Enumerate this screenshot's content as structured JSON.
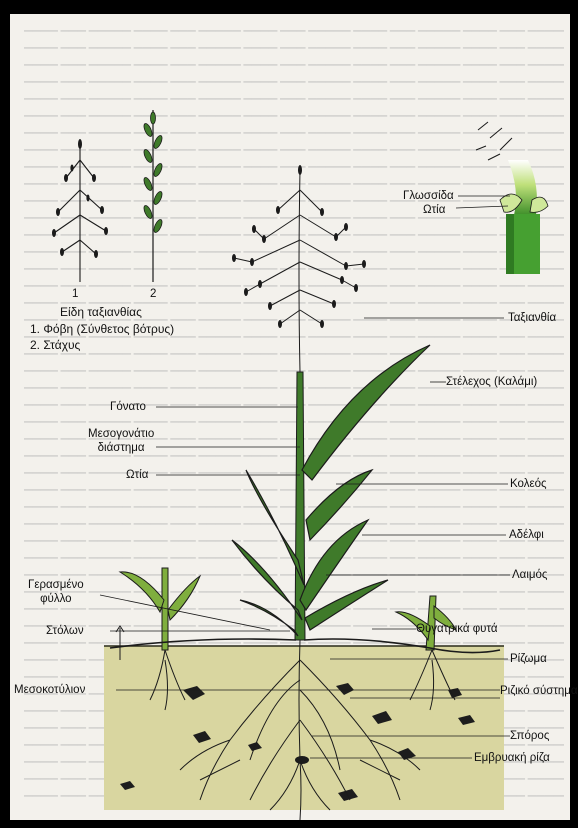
{
  "type_numbers": [
    "1",
    "2"
  ],
  "types_title": "Είδη ταξιανθίας",
  "types": [
    "1. Φόβη (Σύνθετος βότρυς)",
    "2. Στάχυς"
  ],
  "inset_labels": {
    "ligule": "Γλωσσίδα",
    "auricle": "Ωτία"
  },
  "left_labels": {
    "node": "Γόνατο",
    "internode": "Μεσογονάτιο\nδιάστημα",
    "auricle": "Ωτία",
    "old_leaf": "Γερασμένο\nφύλλο",
    "stolon": "Στόλων",
    "mesocotyl": "Μεσοκοτύλιον"
  },
  "right_labels": {
    "inflorescence": "Ταξιανθία",
    "stem": "Στέλεχος (Καλάμι)",
    "sheath": "Κολεός",
    "blade": "Αδέλφι",
    "collar": "Λαιμός",
    "daughter_plants": "Θυγατρικά φυτά",
    "rhizome": "Ρίζωμα",
    "root_system": "Ριζικό σύστημα",
    "seed": "Σπόρος",
    "embryonic_root": "Εμβρυακή ρίζα"
  },
  "colors": {
    "leaf_green": "#3f7a2a",
    "leaf_light": "#7fae3e",
    "soil": "#d9d6a0",
    "outline": "#1b1b1b"
  }
}
